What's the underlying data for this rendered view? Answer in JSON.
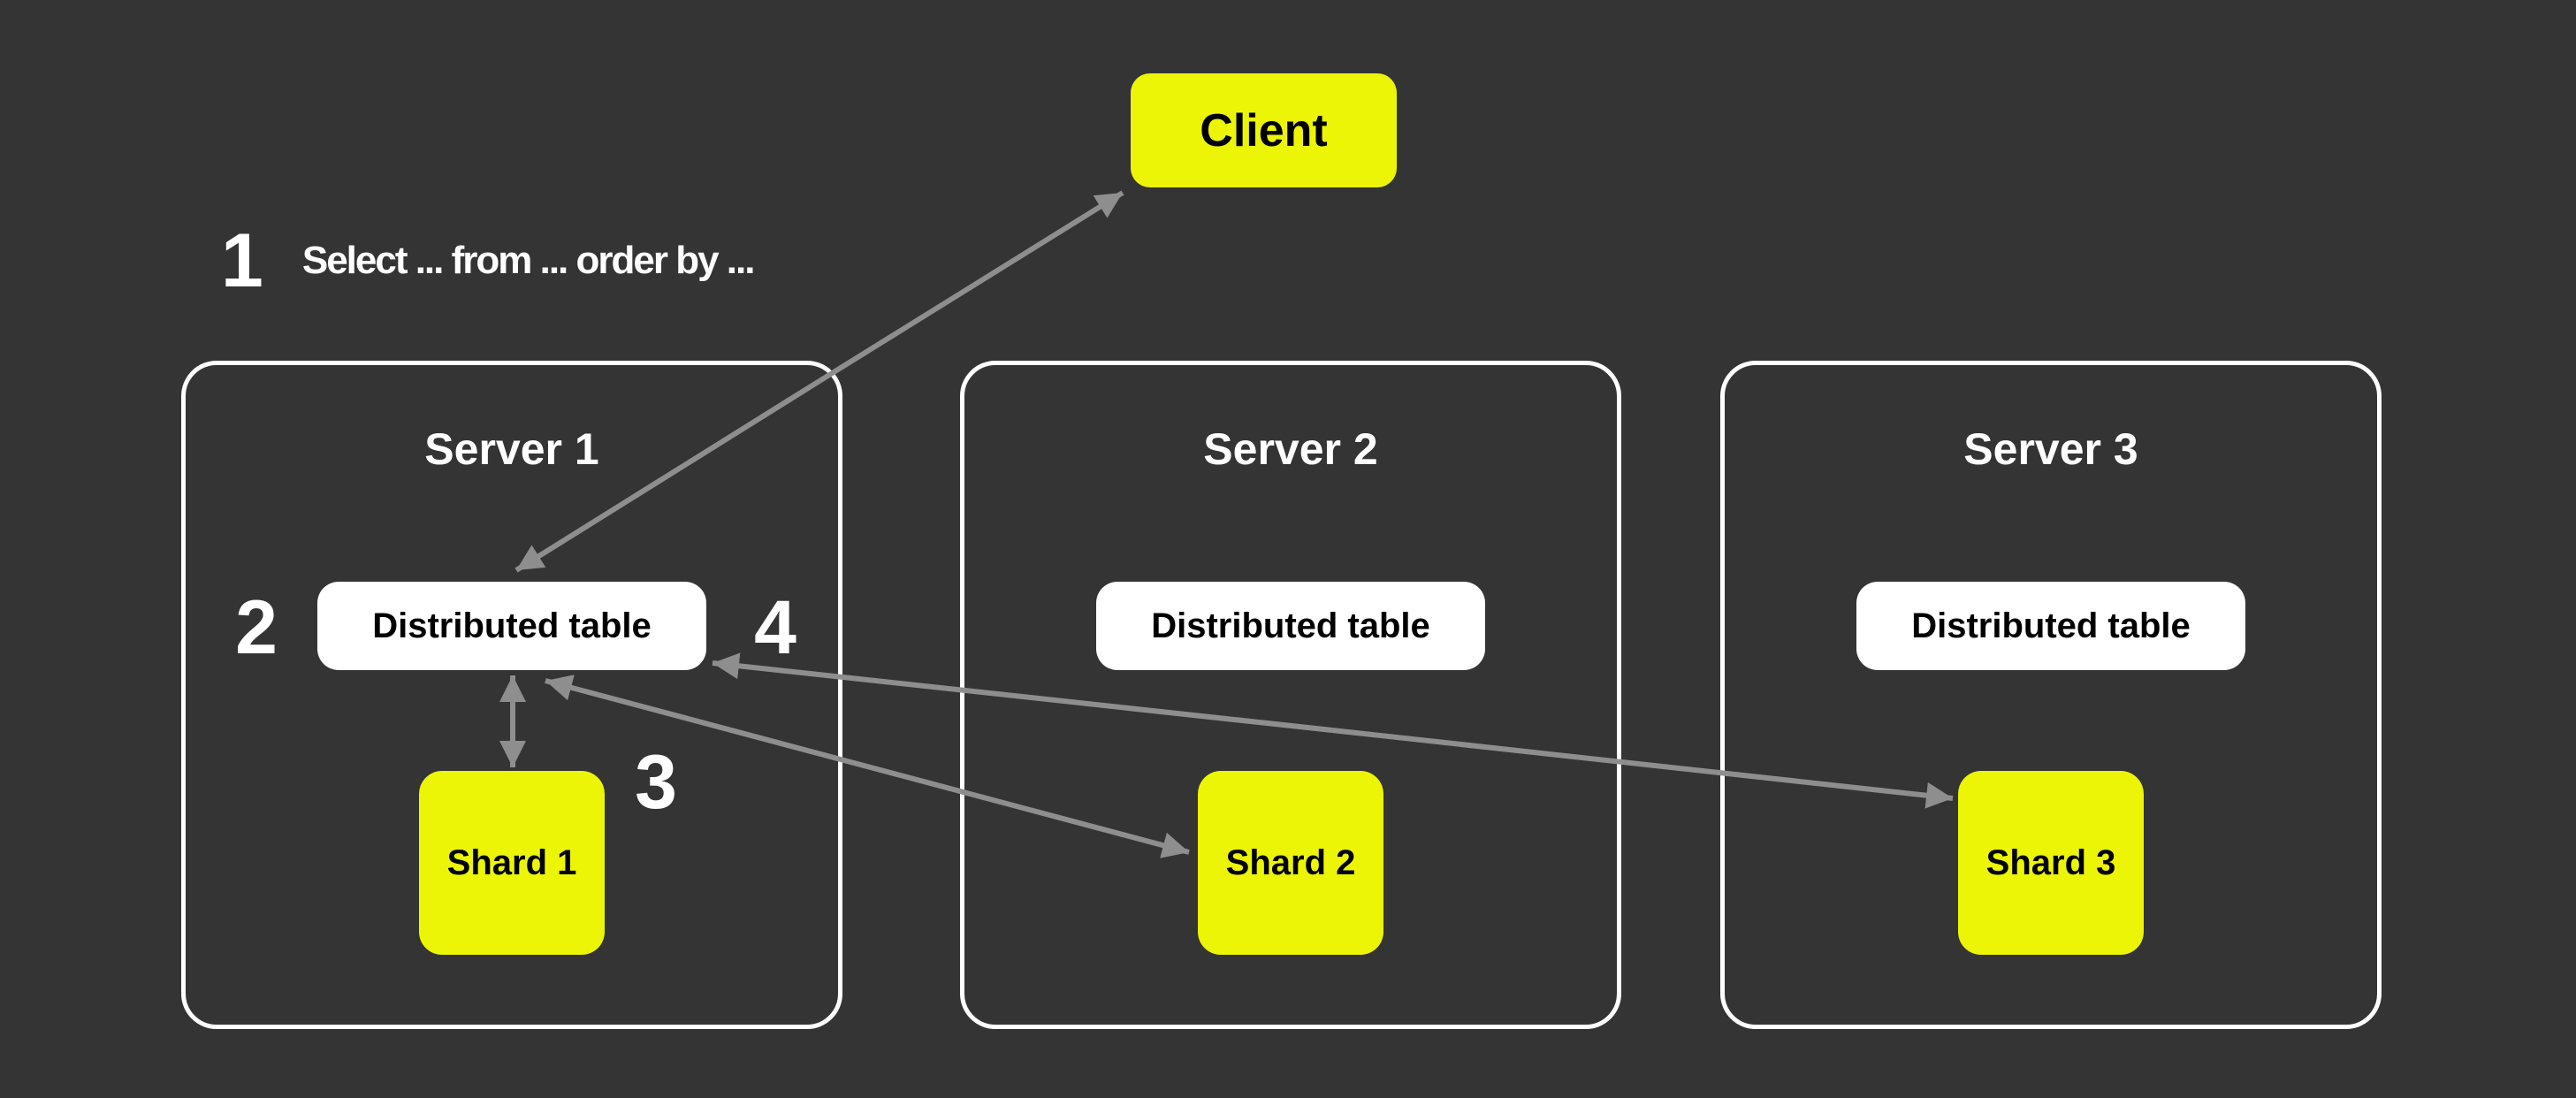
{
  "colors": {
    "background": "#343434",
    "yellow": "#EDF506",
    "white": "#FFFFFF",
    "arrow": "#8E8E8E",
    "dark_text": "#000000",
    "light_text": "#FFFFFF"
  },
  "client": {
    "label": "Client"
  },
  "steps": {
    "s1": {
      "number": "1",
      "text": "Select ... from ... order by ..."
    },
    "s2": "2",
    "s3": "3",
    "s4": "4"
  },
  "servers": [
    {
      "title": "Server 1",
      "table": "Distributed table",
      "shard": "Shard 1"
    },
    {
      "title": "Server 2",
      "table": "Distributed table",
      "shard": "Shard 2"
    },
    {
      "title": "Server 3",
      "table": "Distributed table",
      "shard": "Shard 3"
    }
  ]
}
